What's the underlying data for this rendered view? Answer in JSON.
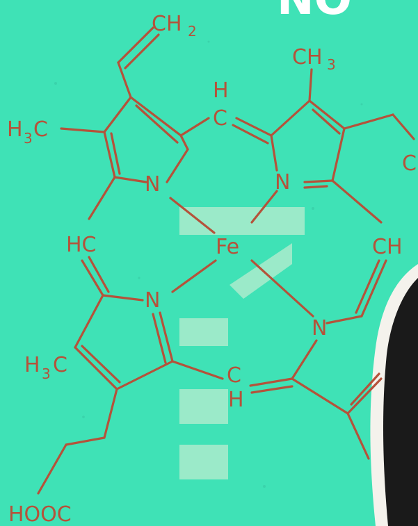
{
  "labels": {
    "ch2": "CH",
    "ch2_sub": "2",
    "ch3": "CH",
    "ch3_sub": "3",
    "h3c_top": "H",
    "h3c_top_sub": "3",
    "h3c_top_c": "C",
    "h_top": "H",
    "c_top": "C",
    "n_left": "N",
    "n_right": "N",
    "hc": "HC",
    "fe": "Fe",
    "ch_right": "CH",
    "n_bottom_left": "N",
    "n_bottom_right": "N",
    "h3c_bottom": "H",
    "h3c_bottom_sub": "3",
    "h3c_bottom_c": "C",
    "c_bottom": "C",
    "h_bottom": "H",
    "hooc": "HOOC",
    "right_edge_c": "C",
    "top_partial": "NO"
  },
  "colors": {
    "background": "#3fe2b6",
    "ink": "#b5523a",
    "dark_paper": "#1a1a1a",
    "paper_edge": "#f4f2ec",
    "watermark": "#e7f0d8",
    "top_text": "#ffffff"
  }
}
